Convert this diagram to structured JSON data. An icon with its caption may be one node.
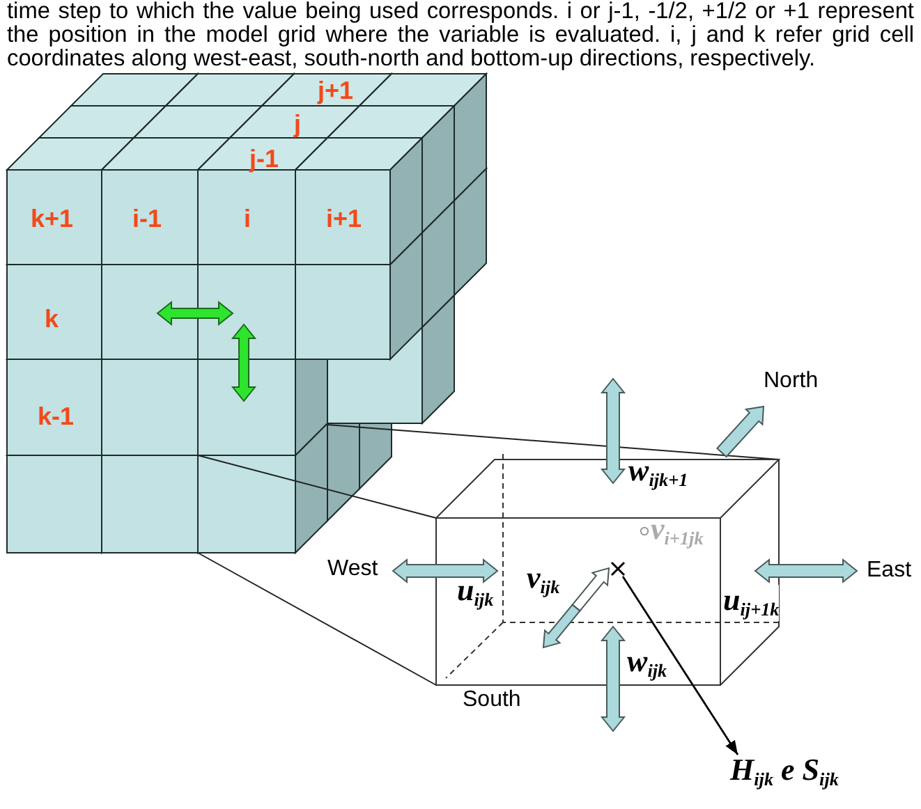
{
  "diagram": {
    "nodes": [
      {
        "text": [],
        "shape": "cross"
      },
      {
        "text": [
          "H$_{ijk}$ e S$_{ijk}$"
        ]
      }
    ],
    "edges": [
      {
        "from": 0,
        "to": 1,
        "arrow": "to"
      }
    ],
    "labels": [
      "time step to which the value being used corresponds. i or j-1, -1/2, +1/2 or +1 represent the position in the model grid where the variable is evaluated. i, j and k refer grid cell coordinates along west-east, south-north and bottom-up directions, respectively.",
      "j+1",
      "j",
      "j-1",
      "k+1",
      "i-1",
      "i",
      "i+1",
      "k",
      "k-1",
      "North",
      "w$_{ijk+1}$",
      "v$_{i+1jk}$",
      "West",
      "u$_{ijk}$",
      "v$_{ijk}$",
      "u$_{ij+1k}$",
      "East",
      "w$_{ijk}$",
      "South"
    ]
  }
}
